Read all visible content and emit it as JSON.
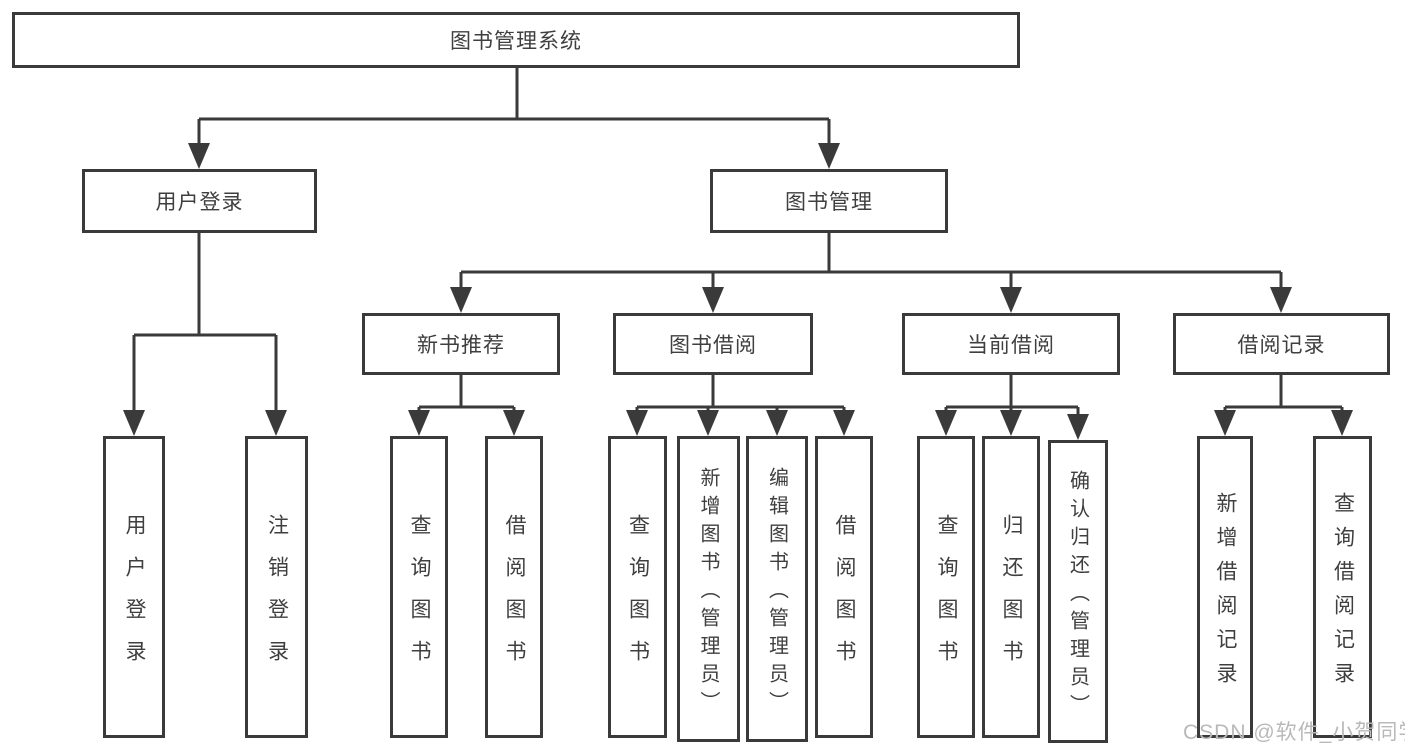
{
  "tree": {
    "root": {
      "label": "图书管理系统"
    },
    "children": [
      {
        "label": "用户登录",
        "children": [
          {
            "label": "用户登录"
          },
          {
            "label": "注销登录"
          }
        ]
      },
      {
        "label": "图书管理",
        "children": [
          {
            "label": "新书推荐",
            "children": [
              {
                "label": "查询图书"
              },
              {
                "label": "借阅图书"
              }
            ]
          },
          {
            "label": "图书借阅",
            "children": [
              {
                "label": "查询图书"
              },
              {
                "label": "新增图书（管理员）"
              },
              {
                "label": "编辑图书（管理员）"
              },
              {
                "label": "借阅图书"
              }
            ]
          },
          {
            "label": "当前借阅",
            "children": [
              {
                "label": "查询图书"
              },
              {
                "label": "归还图书"
              },
              {
                "label": "确认归还（管理员）"
              }
            ]
          },
          {
            "label": "借阅记录",
            "children": [
              {
                "label": "新增借阅记录"
              },
              {
                "label": "查询借阅记录"
              }
            ]
          }
        ]
      }
    ]
  },
  "watermark": {
    "text": "CSDN @软件_小贺同学"
  },
  "colors": {
    "line": "#3a3a3a",
    "text": "#3f3f3f",
    "watermark": "#b9b9b9",
    "background": "#ffffff"
  }
}
